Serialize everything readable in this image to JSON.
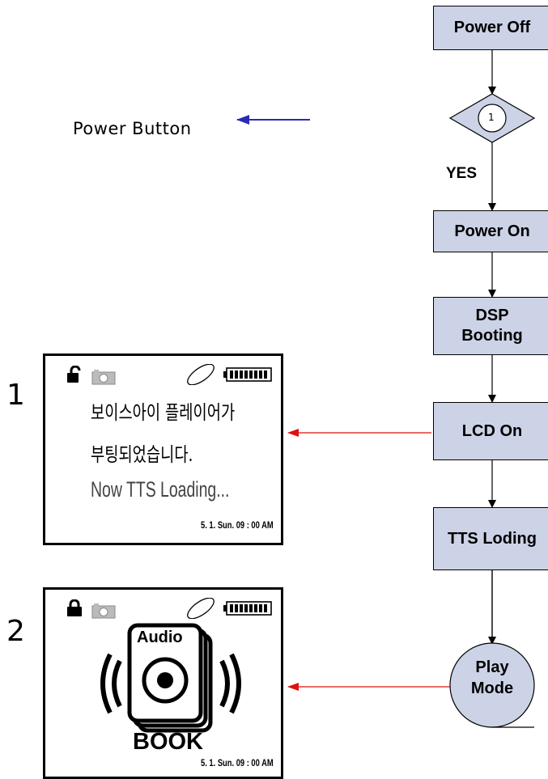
{
  "flow": {
    "power_off": "Power Off",
    "decision_num": "1",
    "yes_label": "YES",
    "power_on": "Power On",
    "dsp_line1": "DSP",
    "dsp_line2": "Booting",
    "lcd_on": "LCD On",
    "tts_loading": "TTS Loding",
    "play_line1": "Play",
    "play_line2": "Mode"
  },
  "power_button_label": "Power Button",
  "screen1": {
    "index": "1",
    "line1": "보이스아이 플레이어가",
    "line2": "부팅되었습니다.",
    "line3": "Now TTS Loading...",
    "datetime": "5. 1.  Sun.  09 : 00 AM"
  },
  "screen2": {
    "index": "2",
    "book_top": "Audio",
    "book_bottom": "BOOK",
    "datetime": "5. 1.  Sun.  09 : 00 AM"
  },
  "colors": {
    "box_fill": "#cdd3e6",
    "blue_arrow": "#2a2ab8",
    "red_arrow": "#e01010"
  },
  "icons": [
    "unlock-icon",
    "lock-icon",
    "camera-icon",
    "disc-icon",
    "battery-icon"
  ]
}
